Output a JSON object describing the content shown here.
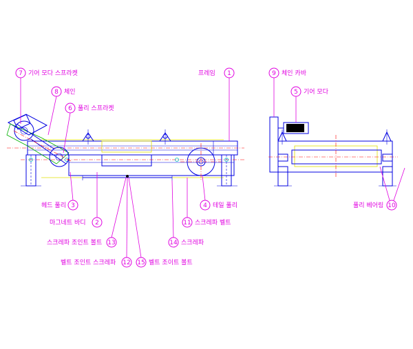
{
  "callouts": [
    {
      "num": "7",
      "text": "기어 모다 스프라켓"
    },
    {
      "num": "8",
      "text": "체인"
    },
    {
      "num": "6",
      "text": "풀리 스프라켓"
    },
    {
      "num": "1",
      "text": "프레임"
    },
    {
      "num": "9",
      "text": "체인 카바"
    },
    {
      "num": "5",
      "text": "기어 모다"
    },
    {
      "num": "3",
      "text": "헤드 풀리"
    },
    {
      "num": "2",
      "text": "마그네트 바디"
    },
    {
      "num": "13",
      "text": "스크레파 조인트 볼트"
    },
    {
      "num": "12",
      "text": "벨트 조인트 스크레파"
    },
    {
      "num": "15",
      "text": "벨트 조이트 볼트"
    },
    {
      "num": "14",
      "text": "스크레파"
    },
    {
      "num": "11",
      "text": "스크레파 벨트"
    },
    {
      "num": "4",
      "text": "테일 풀리"
    },
    {
      "num": "10",
      "text": "풀리 베어링"
    }
  ],
  "colors": {
    "callout": "#e000e0",
    "structure": "#0000e0",
    "centerline": "#ff0000",
    "belt": "#e0e000",
    "chain": "#00b000"
  }
}
